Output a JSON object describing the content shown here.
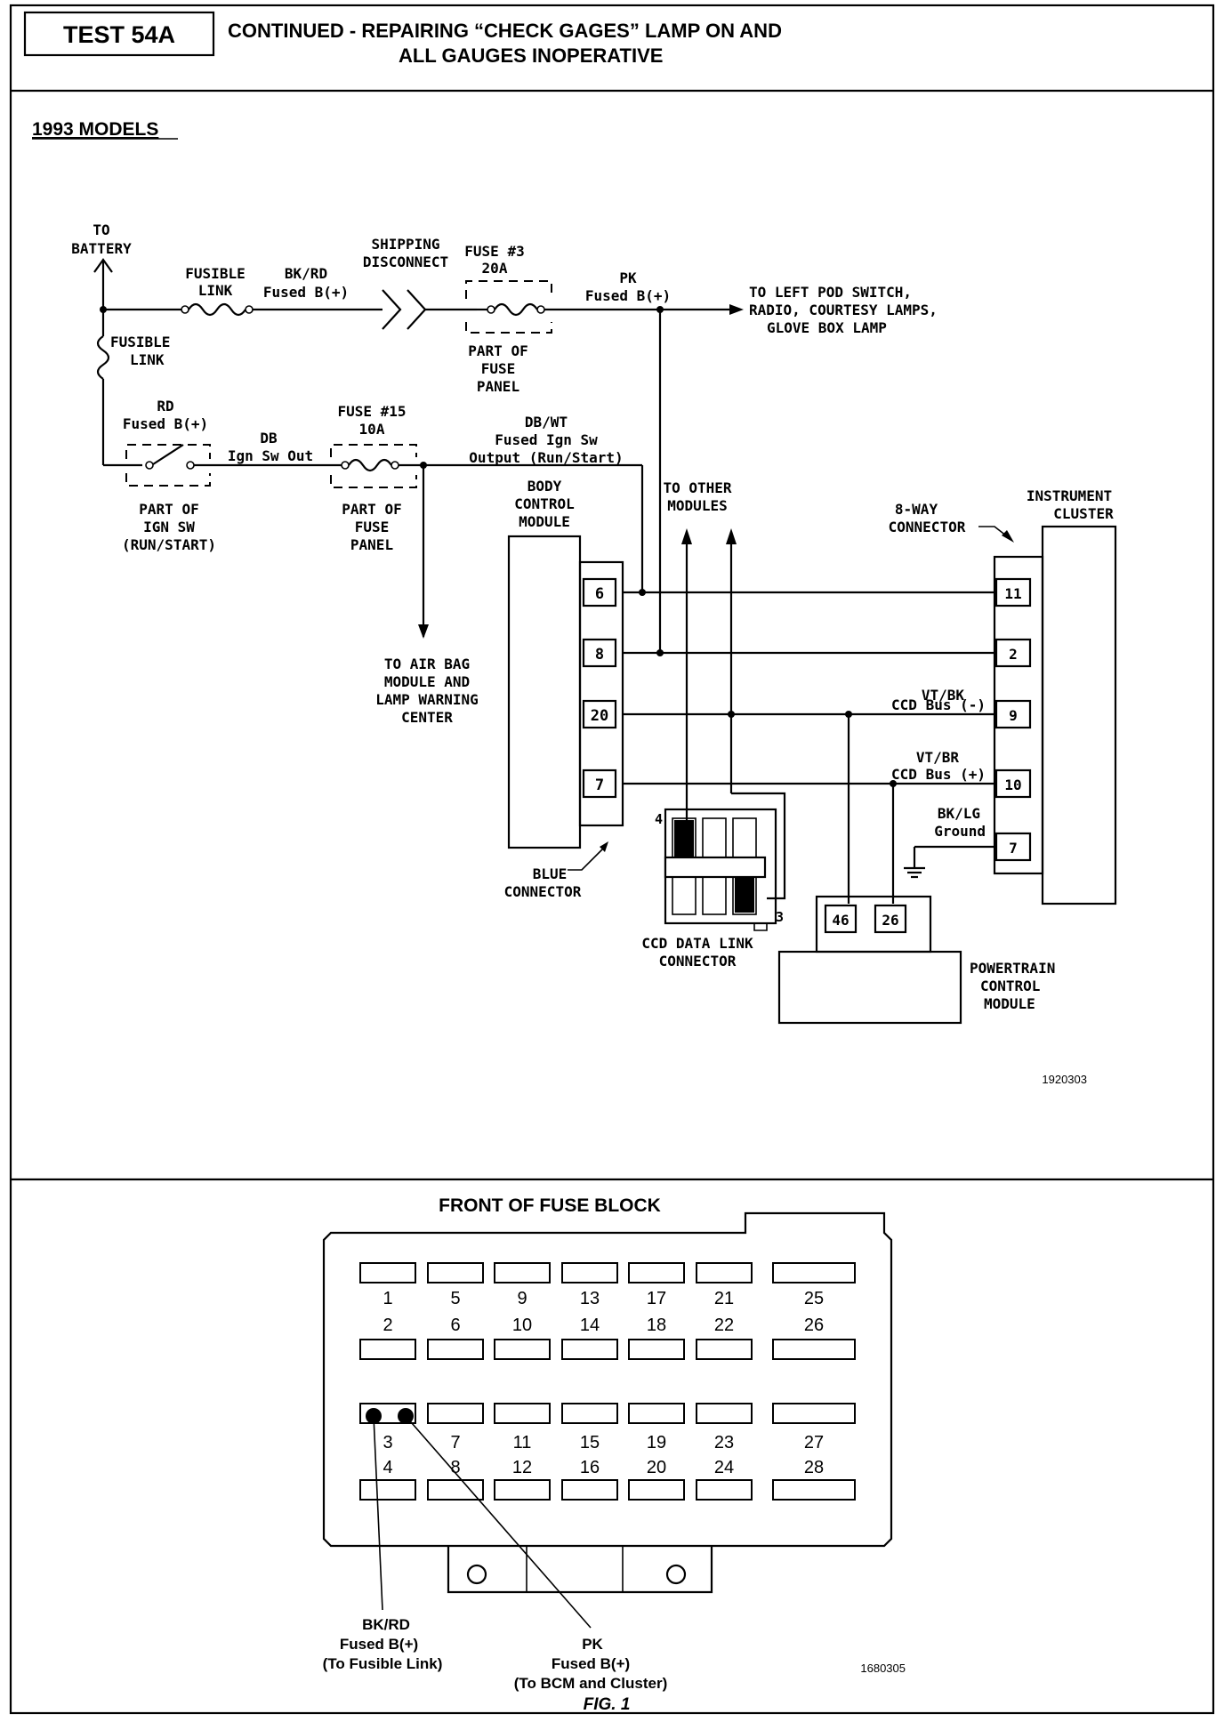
{
  "header": {
    "test_id": "TEST 54A",
    "title_line1": "CONTINUED -  REPAIRING “CHECK GAGES” LAMP ON AND",
    "title_line2": "ALL GAUGES INOPERATIVE"
  },
  "section_label": "1993 MODELS",
  "wiring": {
    "to_battery": [
      "TO",
      "BATTERY"
    ],
    "fusible_link_top": [
      "FUSIBLE",
      "LINK"
    ],
    "fusible_link_side": [
      "FUSIBLE",
      "LINK"
    ],
    "bkrd_wire": [
      "BK/RD",
      "Fused B(+)"
    ],
    "shipping_disconnect": [
      "SHIPPING",
      "DISCONNECT"
    ],
    "fuse3": [
      "FUSE #3",
      "20A"
    ],
    "pk_wire": [
      "PK",
      "Fused B(+)"
    ],
    "to_left_pod": [
      "TO LEFT POD SWITCH,",
      "RADIO, COURTESY LAMPS,",
      "GLOVE BOX LAMP"
    ],
    "part_of_fuse_panel_1": [
      "PART OF",
      "FUSE",
      "PANEL"
    ],
    "rd_wire": [
      "RD",
      "Fused B(+)"
    ],
    "db_wire": [
      "DB",
      "Ign Sw Out"
    ],
    "fuse15": [
      "FUSE #15",
      "10A"
    ],
    "dbwt_wire": [
      "DB/WT",
      "Fused Ign Sw",
      "Output (Run/Start)"
    ],
    "part_of_ign_sw": [
      "PART OF",
      "IGN SW",
      "(RUN/START)"
    ],
    "part_of_fuse_panel_2": [
      "PART OF",
      "FUSE",
      "PANEL"
    ],
    "to_air_bag": [
      "TO AIR BAG",
      "MODULE AND",
      "LAMP WARNING",
      "CENTER"
    ],
    "bcm": [
      "BODY",
      "CONTROL",
      "MODULE"
    ],
    "to_other_modules": [
      "TO OTHER",
      "MODULES"
    ],
    "eight_way": [
      "8-WAY",
      "CONNECTOR"
    ],
    "instrument_cluster": [
      "INSTRUMENT",
      "CLUSTER"
    ],
    "bcm_pins": [
      "6",
      "8",
      "20",
      "7"
    ],
    "cluster_pins": [
      "11",
      "2",
      "9",
      "10",
      "7"
    ],
    "vtbk": [
      "VT/BK",
      "CCD Bus (-)"
    ],
    "vtbr": [
      "VT/BR",
      "CCD Bus (+)"
    ],
    "bklg": [
      "BK/LG",
      "Ground"
    ],
    "blue_connector": [
      "BLUE",
      "CONNECTOR"
    ],
    "ccd_pin_4": "4",
    "ccd_pin_3": "3",
    "ccd_link": [
      "CCD DATA LINK",
      "CONNECTOR"
    ],
    "pcm_pins": [
      "46",
      "26"
    ],
    "pcm": [
      "POWERTRAIN",
      "CONTROL",
      "MODULE"
    ],
    "figure_code_1": "1920303"
  },
  "fuse_block": {
    "title": "FRONT OF FUSE BLOCK",
    "row1_numbers": [
      "1",
      "5",
      "9",
      "13",
      "17",
      "21",
      "25"
    ],
    "row2_numbers": [
      "2",
      "6",
      "10",
      "14",
      "18",
      "22",
      "26"
    ],
    "row3_numbers": [
      "3",
      "7",
      "11",
      "15",
      "19",
      "23",
      "27"
    ],
    "row4_numbers": [
      "4",
      "8",
      "12",
      "16",
      "20",
      "24",
      "28"
    ],
    "bkrd_callout": [
      "BK/RD",
      "Fused B(+)",
      "(To Fusible Link)"
    ],
    "pk_callout": [
      "PK",
      "Fused B(+)",
      "(To BCM and Cluster)"
    ],
    "figure_code_2": "1680305",
    "fig_label": "FIG. 1"
  }
}
